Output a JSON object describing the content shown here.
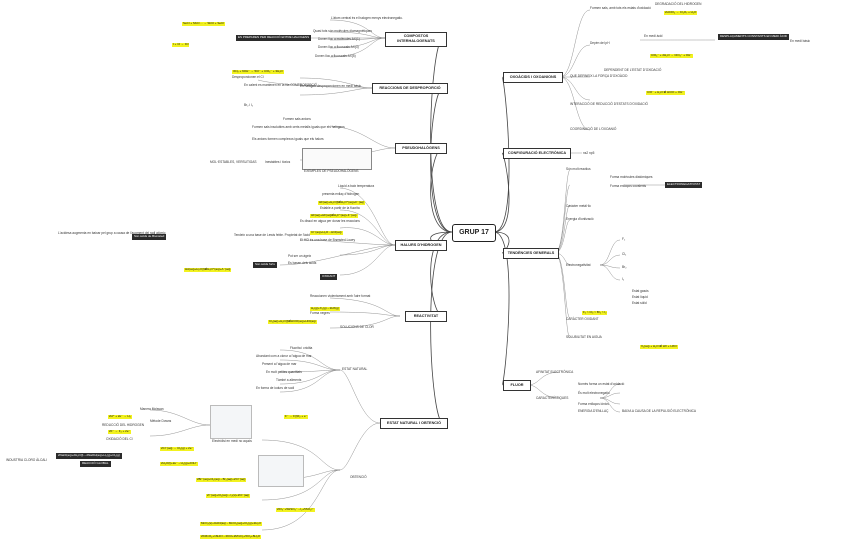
{
  "center": "GRUP 17",
  "branches": {
    "compostos": "COMPOSTOS INTERHALOGENATS",
    "desproporcio": "REACCIONS DE DESPROPORCIÓ",
    "pseudohalogens": "PSEUDOHALÒGENS",
    "halurs": "HALURS D'HIDROGEN",
    "reactivitat": "REACTIVITAT",
    "estat": "ESTAT NATURAL I OBTENCIÓ",
    "oxoacids": "OXOÀCIDS I OXOANIONS",
    "configuracio": "CONFIGURACIÓ ELECTRÒNICA",
    "tendencies": "TENDÈNCIES GENERALS",
    "fluor": "FLUOR"
  },
  "left": {
    "compostos_items": [
      "L'àtom central és el halogen menys electronegatiu.",
      "Quasi tots són molècules diamagnètiques",
      "Donen lloc a molècules AX(1)",
      "Donen lloc a fluorurats AX(3)",
      "Donen lloc a fluorurats AX(5)",
      "Dona lloc a piramidals AX(7)"
    ],
    "compostos_dark": "ES PREPAREN PER REACCIÓ ENTRE HALOGENS",
    "compostos_formulas": [
      "SeCl + SbCl ... → SbCl + SeCl",
      "I + Cl → ICl"
    ],
    "desproporcio_items": [
      "Es halogen desproporcionen en medi bàsic.",
      "Desproporcionen el Cl",
      "En calent es mantenen en la fila COMPROPORCIÓ",
      "Br₂ i I₂"
    ],
    "desproporcio_formula": "3Cl₂ + 6OH⁻ → 5Cl⁻ + ClO₃⁻ + 3H₂O",
    "pseudohalogens_items": [
      "Formen sals anions",
      "Formen sals insolubles amb certs metalls iguals que els halògens",
      "Els anions formen complexos iguals que els halurs",
      "Els anions i compostos halogenats tenen propietats similars als dels halògens"
    ],
    "pseudohalogens_note": "EXEMPLES DE PSEUDOHALÒGENS",
    "pseudohalogens_neutral": "Inestables i tòxics",
    "pseudohalogens_left": "MOL·ESTABLES, VERSUTIGAS",
    "halurs_items": [
      "Líquid a baix temperatura",
      "presenta enllaç d'hidrogen",
      "Estable a partir de la fluorita",
      "Es dissol en aigua per donar les reaccions",
      "El HCl és una base de Brønsted-Lowry",
      "Tendeix a una base de Lewis feble. Propietat de l'àcid",
      "Pot ser un àgeix",
      "Es basen dels àcids"
    ],
    "halurs_dark1": "Són àcids de Brønsted",
    "halurs_dark2": "Són àcids forts",
    "halurs_dark3": "OXIDANT",
    "halurs_left": "L'acidesa augmenta en baixar pel grup a causa de l'augment del radi atòmic",
    "reactivitat_items": [
      "Reaccionen violentament amb l'aire format",
      "Forma negres",
      "SOLUCIONS DE CLOR"
    ],
    "estat_items": [
      "Fluorita i criolita",
      "Abundant com a clorur a l'aigua de mar",
      "Present a l'aigua de mar",
      "En molt petites quantitats",
      "Tàmbé a aliments",
      "En forma de iodurs de sodi"
    ],
    "estat_labels": [
      "ESTAT NATURAL",
      "OBTENCIÓ",
      "Electròlisi en medi no aquós"
    ],
    "estat_left": [
      "Manera Moissan",
      "Mètode Downs",
      "REDUCCIÓ DEL HIDROGEN",
      "OXIDACIÓ DEL Cl",
      "INDUSTRIA CLORO ÀLCALI",
      "REACCIÓ GLOBAL"
    ]
  },
  "right": {
    "oxoacids_items": [
      "Formen sals, amb tots els estats d'oxidació",
      "DEGRADACIÓ DEL HIDROGEN",
      "Depèn del pH",
      "En medi àcid",
      "En medi bàsic",
      "QUE DEFINEIX LA FORÇA D'OXOÀCID",
      "DEPENDENT DE L'ESTAT D'OXIDACIÓ",
      "INTERACCIÓ DE REDUCCIÓ D'ESTATS D'OXIDACIÓ",
      "COORDINACIÓ DE L'OXOANIÓ"
    ],
    "oxoacids_dark": "DESPLAÇAMENTS CONSTANTS EN MEDI ÀCID",
    "configuracio_value": "ns2 np5",
    "tendencies_items": [
      "Són molt reactius",
      "Forma molècules diatòmiques",
      "Forma enllaços covalents",
      "Caràcter metàl·lic",
      "Energia d'ionització",
      "Electronegativitat",
      "Estat gasós",
      "Estat líquid",
      "Estat sòlid",
      "CARÀCTER OXIDANT",
      "SOLUBILITAT EN AIGUA"
    ],
    "tendencies_dark": "ELECTRONEGATIVITAT",
    "tendencies_elements": [
      "F₂",
      "Cl₂",
      "Br₂",
      "I₂"
    ],
    "fluor_items": [
      "AFINITAT ELECTRÒNICA",
      "CARACTERÍSTIQUES",
      "Només forma un estat d'oxidació",
      "És molt electronegatiu",
      "Forma enllaços iònics",
      "ENERGIA D'ENLLAÇ",
      "BAIXA A CAUSA DE LA REPULSIÓ ELECTRÒNICA"
    ]
  },
  "colors": {
    "highlight": "#f2f21f",
    "dark": "#2b2b2b",
    "line": "#444444"
  }
}
